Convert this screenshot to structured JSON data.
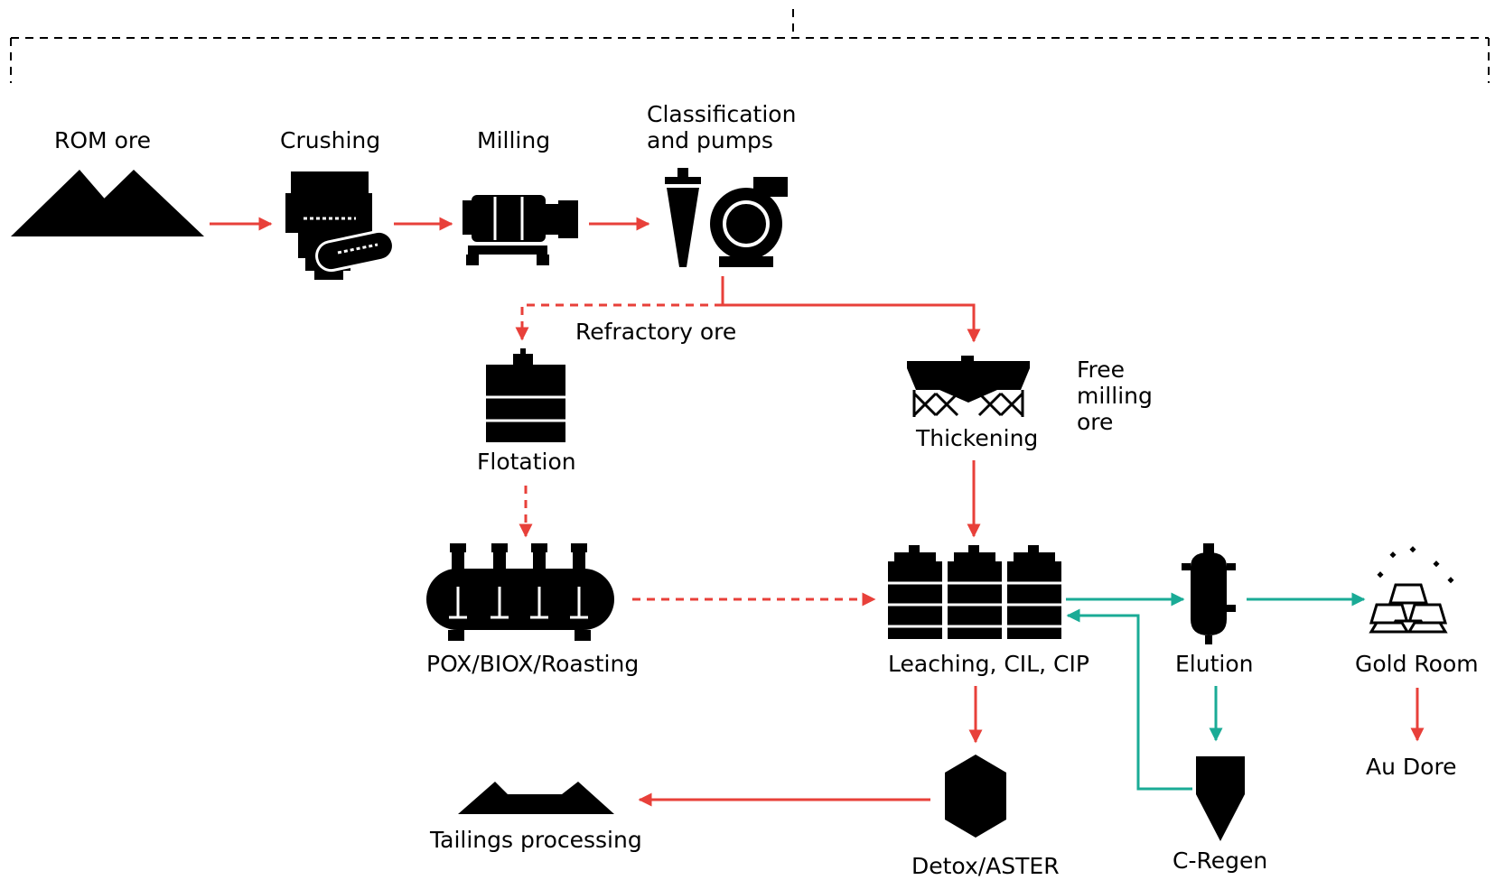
{
  "colors": {
    "process_flow": "#e8403a",
    "carbon_loop": "#1aab96",
    "icon": "#000000"
  },
  "stages": {
    "rom_ore": {
      "label": "ROM ore",
      "icon": "ore-pile-icon"
    },
    "crushing": {
      "label": "Crushing",
      "icon": "crusher-icon"
    },
    "milling": {
      "label": "Milling",
      "icon": "ball-mill-icon"
    },
    "classification": {
      "label_line1": "Classification",
      "label_line2": "and pumps",
      "icon": "cyclone-pump-icon"
    },
    "refractory_ore": {
      "label": "Refractory ore"
    },
    "free_milling": {
      "label_line1": "Free",
      "label_line2": "milling",
      "label_line3": "ore"
    },
    "flotation": {
      "label": "Flotation",
      "icon": "flotation-cell-icon"
    },
    "thickening": {
      "label": "Thickening",
      "icon": "thickener-icon"
    },
    "pox": {
      "label": "POX/BIOX/Roasting",
      "icon": "autoclave-icon"
    },
    "leaching": {
      "label": "Leaching, CIL, CIP",
      "icon": "leach-tanks-icon"
    },
    "elution": {
      "label": "Elution",
      "icon": "elution-column-icon"
    },
    "gold_room": {
      "label": "Gold Room",
      "icon": "gold-bars-icon"
    },
    "au_dore": {
      "label": "Au Dore"
    },
    "detox": {
      "label": "Detox/ASTER",
      "icon": "detox-tank-icon"
    },
    "c_regen": {
      "label": "C-Regen",
      "icon": "kiln-icon"
    },
    "tailings": {
      "label": "Tailings processing",
      "icon": "tailings-dam-icon"
    }
  }
}
